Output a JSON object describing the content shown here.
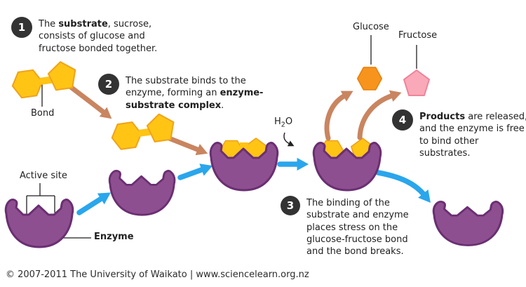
{
  "title": "Enzyme action on sucrose diagram",
  "colors": {
    "substrate-yellow": "#FFC414",
    "substrate-yellow-edge": "#EFA31B",
    "enzyme-purple": "#8E4F90",
    "enzyme-outline": "#6A2F72",
    "glucose-orange": "#F7941E",
    "glucose-edge": "#E8830D",
    "fructose-pink": "#F9A9B7",
    "fructose-edge": "#EF8297",
    "arrow-salmon": "#C98560",
    "arrow-blue": "#2AA6EC",
    "badge-bg": "#333333",
    "badge-text": "#FFFFFF",
    "text": "#1F1F1F"
  },
  "steps": [
    {
      "number": "1",
      "segments": [
        {
          "t": "The "
        },
        {
          "t": "substrate",
          "b": true
        },
        {
          "t": ", sucrose, consists of glucose and fructose bonded together."
        }
      ]
    },
    {
      "number": "2",
      "segments": [
        {
          "t": "The substrate binds to the enzyme, forming an "
        },
        {
          "t": "enzyme-substrate complex",
          "b": true
        },
        {
          "t": "."
        }
      ]
    },
    {
      "number": "3",
      "segments": [
        {
          "t": "The binding of the substrate and enzyme places stress on the glucose-fructose bond and the bond breaks."
        }
      ]
    },
    {
      "number": "4",
      "segments": [
        {
          "t": "Products",
          "b": true
        },
        {
          "t": " are released, and the enzyme is free to bind other substrates."
        }
      ]
    }
  ],
  "labels": {
    "bond": "Bond",
    "active_site": "Active site",
    "enzyme": "Enzyme",
    "glucose": "Glucose",
    "fructose": "Fructose",
    "h2o_h": "H",
    "h2o_sub": "2",
    "h2o_o": "O"
  },
  "footer": {
    "text": "© 2007-2011 The University of Waikato | www.sciencelearn.org.nz"
  }
}
